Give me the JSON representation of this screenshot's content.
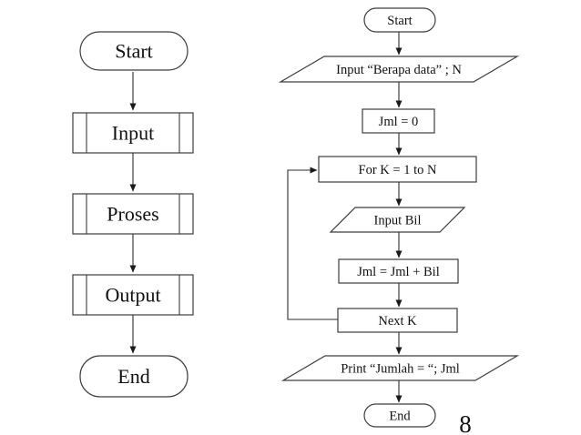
{
  "page": {
    "background_color": "#ffffff",
    "line_color": "#3d3d3d",
    "text_color": "#111111",
    "page_number": "8"
  },
  "left_flowchart": {
    "start_label": "Start",
    "input_label": "Input",
    "proses_label": "Proses",
    "output_label": "Output",
    "end_label": "End"
  },
  "right_flowchart": {
    "start_label": "Start",
    "input_n_label": "Input “Berapa data” ; N",
    "init_label": "Jml = 0",
    "for_label": "For K = 1 to N",
    "input_bil_label": "Input Bil",
    "sum_label": "Jml = Jml + Bil",
    "next_label": "Next K",
    "print_label": "Print “Jumlah = “; Jml",
    "end_label": "End"
  }
}
